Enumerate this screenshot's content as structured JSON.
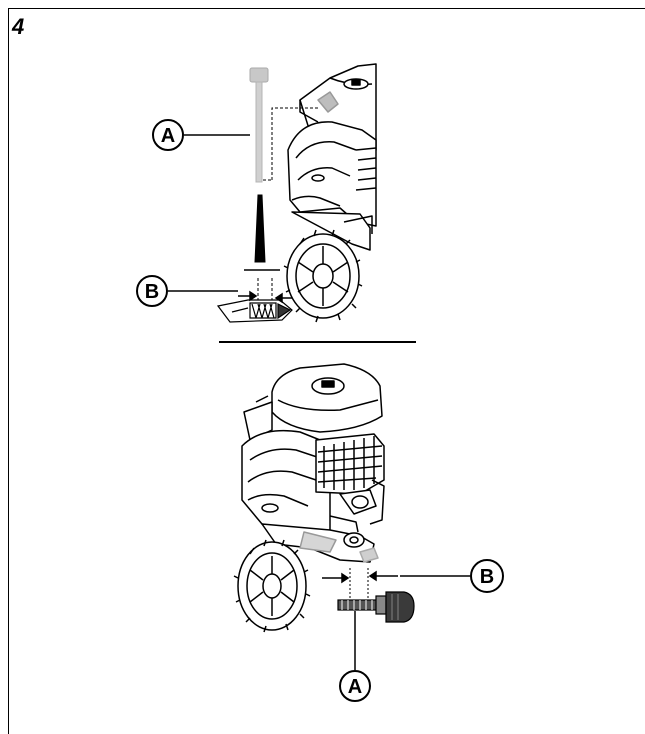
{
  "figure": {
    "number": "4"
  },
  "callouts": {
    "top_a": "A",
    "top_b": "B",
    "bottom_b": "B",
    "bottom_a": "A"
  }
}
